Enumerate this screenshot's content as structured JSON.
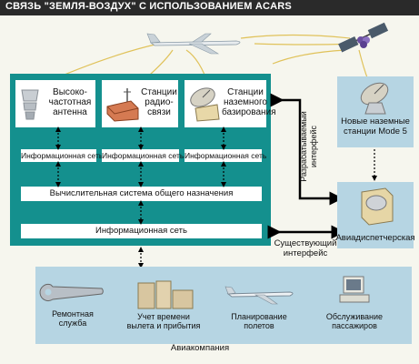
{
  "title": "СВЯЗЬ \"ЗЕМЛЯ-ВОЗДУХ\" С ИСПОЛЬЗОВАНИЕМ ACARS",
  "cards": [
    {
      "label": "Высоко-\nчастотная\nантенна",
      "icon": "hf-antenna-icon"
    },
    {
      "label": "Станции\nрадио-\nсвязи",
      "icon": "radio-station-icon"
    },
    {
      "label": "Станции\nназемного\nбазирования",
      "icon": "ground-station-dish-icon"
    }
  ],
  "networks": [
    "Информационная сеть",
    "Информационная сеть",
    "Информационная сеть"
  ],
  "compute_system": "Вычислительная система общего назначения",
  "bottom_network": "Информационная сеть",
  "right": {
    "mode5": "Новые наземные\nстанции Mode 5",
    "dispatch": "Авиадиспетчерская",
    "developed_interface": "Разрабатываемый\nинтерфейс",
    "existing_interface": "Существующий\nинтерфейс"
  },
  "airline": {
    "name": "Авиакомпания",
    "items": [
      {
        "label": "Ремонтная\nслужба",
        "icon": "wrench-icon"
      },
      {
        "label": "Учет времени\nвылета и прибытия",
        "icon": "boxes-icon"
      },
      {
        "label": "Планирование\nполетов",
        "icon": "airplane-icon"
      },
      {
        "label": "Обслуживание\nпассажиров",
        "icon": "computer-icon"
      }
    ]
  },
  "colors": {
    "teal": "#14908e",
    "light_blue": "#b6d5e3",
    "radio_wave": "#e0c25a",
    "title_bg": "#2a2a2a"
  }
}
